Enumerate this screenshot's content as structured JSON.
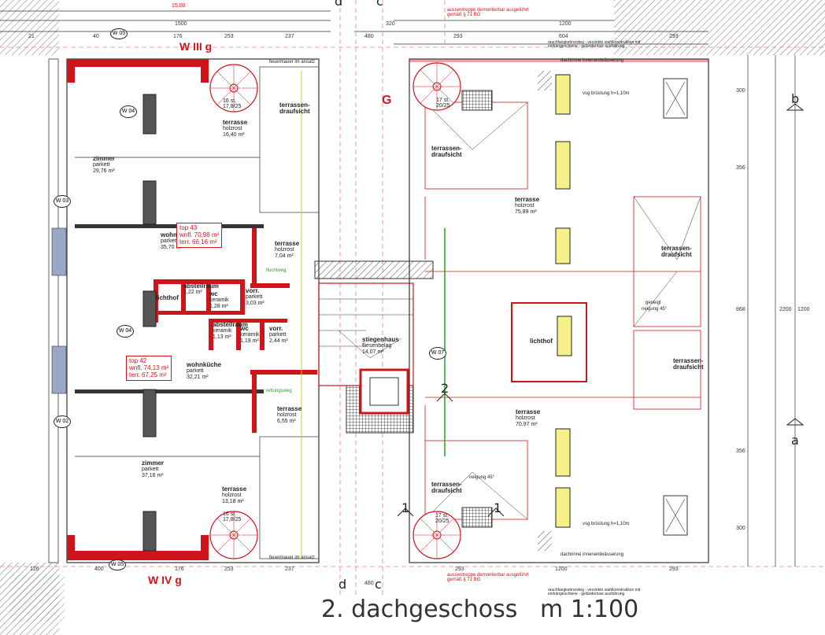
{
  "title": "2. dachgeschoss   m 1:100",
  "colors": {
    "wall": "#d0141c",
    "line": "#333333",
    "grid": "#f08080",
    "hatch": "#555555",
    "green": "#2a9d2a",
    "yellow": "#f5f08a"
  },
  "axes": {
    "top_left": "d",
    "top_mid": "c",
    "bottom_left": "d",
    "bottom_mid": "c",
    "right_b": "b",
    "right_a": "a",
    "cut1": "1",
    "cut2": "2"
  },
  "wall_labels": {
    "top": "W III g",
    "bottom": "W IV g",
    "axis_G": "G"
  },
  "top_dims": [
    "15,00",
    "1500",
    "21",
    "40",
    "176",
    "253",
    "237",
    "480",
    "320",
    "293",
    "604",
    "1200",
    "293"
  ],
  "bottom_dims": [
    "126",
    "400",
    "176",
    "253",
    "237",
    "480",
    "293",
    "1200",
    "293"
  ],
  "right_dims": [
    "300",
    "356",
    "868",
    "2200",
    "356",
    "300",
    "1200"
  ],
  "rooms": [
    {
      "name": "zimmer",
      "floor": "parkett",
      "area": "29,76 m²"
    },
    {
      "name": "terrasse",
      "floor": "holzrost",
      "area": "16,40 m²"
    },
    {
      "name": "terrassen-",
      "floor": "draufsicht",
      "area": ""
    },
    {
      "name": "wohnküche",
      "floor": "parkett",
      "area": "35,70 m²"
    },
    {
      "name": "terrasse",
      "floor": "holzrost",
      "area": "7,04 m²"
    },
    {
      "name": "abstellraum",
      "floor": "",
      "area": "1,22 m²"
    },
    {
      "name": "wc",
      "floor": "keramik",
      "area": "1,28 m²"
    },
    {
      "name": "vorr.",
      "floor": "parkett",
      "area": "3,03 m²"
    },
    {
      "name": "lichthof",
      "floor": "",
      "area": ""
    },
    {
      "name": "abstellraum",
      "floor": "keramik",
      "area": "1,13 m²"
    },
    {
      "name": "wc",
      "floor": "keramik",
      "area": "1,19 m²"
    },
    {
      "name": "vorr.",
      "floor": "parkett",
      "area": "2,44 m²"
    },
    {
      "name": "wohnküche",
      "floor": "parkett",
      "area": "32,21 m²"
    },
    {
      "name": "terrasse",
      "floor": "holzrost",
      "area": "6,55 m²"
    },
    {
      "name": "zimmer",
      "floor": "parkett",
      "area": "37,16 m²"
    },
    {
      "name": "terrasse",
      "floor": "holzrost",
      "area": "13,18 m²"
    },
    {
      "name": "stiegenhaus",
      "floor": "fliesenbelag",
      "area": "14,07 m²"
    },
    {
      "name": "terrasse",
      "floor": "holzrost",
      "area": "75,89 m²"
    },
    {
      "name": "terrassen-",
      "floor": "draufsicht",
      "area": ""
    },
    {
      "name": "lichthof",
      "floor": "",
      "area": ""
    },
    {
      "name": "terrassen-",
      "floor": "draufsicht",
      "area": ""
    },
    {
      "name": "terrasse",
      "floor": "holzrost",
      "area": "70,97 m²"
    },
    {
      "name": "terrassen-",
      "floor": "draufsicht",
      "area": ""
    },
    {
      "name": "terrassen-",
      "floor": "draufsicht",
      "area": ""
    }
  ],
  "tops": [
    {
      "id": "top 43",
      "wnfl": "wnfl.  70,98 m²",
      "terr": "terr.  66,16 m²"
    },
    {
      "id": "top 42",
      "wnfl": "wnfl.  74,13 m²",
      "terr": "terr.  67,25 m²"
    }
  ],
  "stairs": [
    {
      "label": "16 st.",
      "ratio": "17,8/25"
    },
    {
      "label": "17 st.",
      "ratio": "20/25"
    },
    {
      "label": "16 st.",
      "ratio": "17,8/25"
    },
    {
      "label": "17 st.",
      "ratio": "20/25"
    }
  ],
  "windows": [
    "W 05",
    "W 04",
    "W 03",
    "W 04",
    "W 02",
    "W 05",
    "W 07"
  ],
  "notes": {
    "n1": "aussentreppe demontierbar ausgeführt gemäß § 71 BO",
    "n2": "dachrinne innenentwässerung",
    "n3": "feuermauer im ansatz",
    "n4": "rauchfangkehrersteg - verzinkte stahlkonstruktion mit einhängeschiene - geländerlose ausführung",
    "n5": "fluchtweg",
    "n6": "rettungsweg",
    "n7": "vsg brüstung h=1,10m",
    "n8": "geneigt",
    "n9": "neigung 45°"
  }
}
